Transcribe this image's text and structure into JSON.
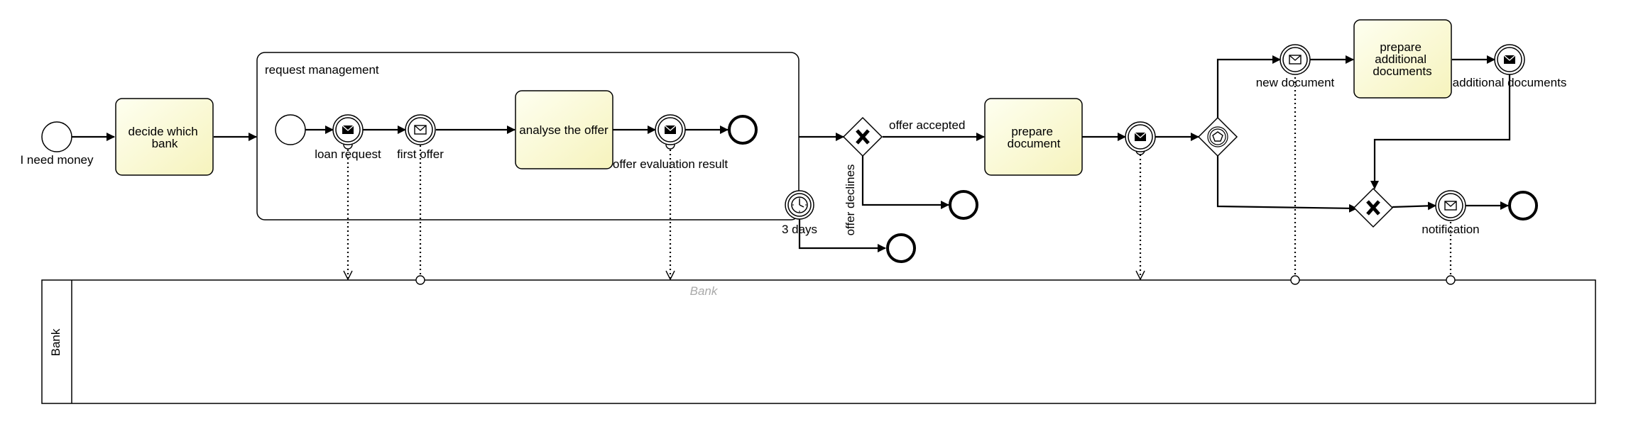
{
  "events": {
    "start_main": "I need money",
    "loan_request": "loan request",
    "first_offer": "first offer",
    "offer_evaluation": "offer evaluation result",
    "timer": "3 days",
    "new_document": "new document",
    "additional_documents": "additional documents",
    "notification": "notification"
  },
  "tasks": {
    "decide_bank": [
      "decide which",
      "bank"
    ],
    "analyse_offer": "analyse the offer",
    "prepare_document": [
      "prepare",
      "document"
    ],
    "prepare_additional": [
      "prepare",
      "additional",
      "documents"
    ]
  },
  "subprocess": {
    "title": "request management"
  },
  "flows": {
    "offer_accepted": "offer accepted",
    "offer_declines": "offer declines"
  },
  "pool": {
    "name": "Bank",
    "lane_label": "Bank"
  },
  "colors": {
    "task_fill_top": "#fefee8",
    "task_fill_bottom": "#f7f5c2",
    "stroke": "#000000",
    "pool_label": "#aaaaaa"
  }
}
